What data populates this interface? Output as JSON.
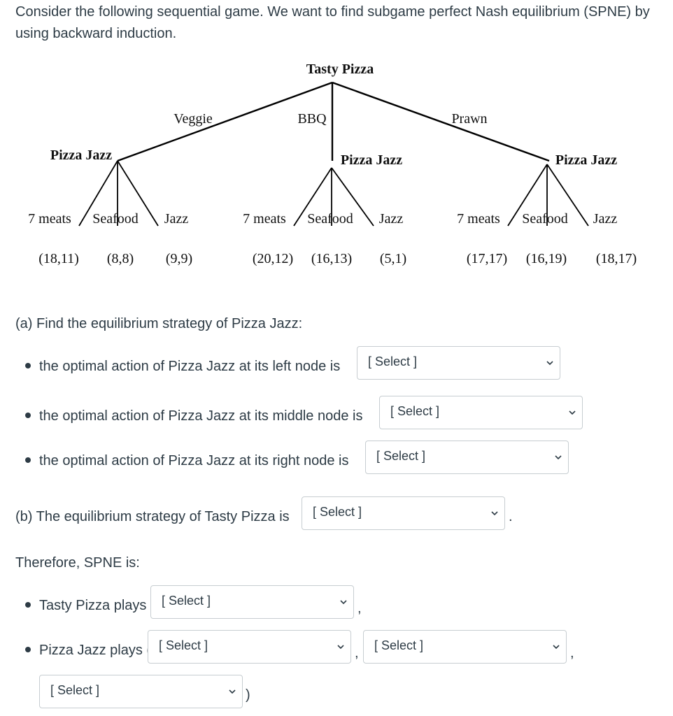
{
  "question": {
    "intro": "Consider the following sequential game. We want to find subgame perfect Nash equilibrium (SPNE) by using backward induction."
  },
  "tree": {
    "root_player": "Tasty Pizza",
    "root_actions": [
      "Veggie",
      "BBQ",
      "Prawn"
    ],
    "subgames": [
      {
        "player": "Pizza Jazz",
        "actions": [
          "7 meats",
          "Seafood",
          "Jazz"
        ],
        "payoffs": [
          "(18,11)",
          "(8,8)",
          "(9,9)"
        ]
      },
      {
        "player": "Pizza Jazz",
        "actions": [
          "7 meats",
          "Seafood",
          "Jazz"
        ],
        "payoffs": [
          "(20,12)",
          "(16,13)",
          "(5,1)"
        ]
      },
      {
        "player": "Pizza Jazz",
        "actions": [
          "7 meats",
          "Seafood",
          "Jazz"
        ],
        "payoffs": [
          "(17,17)",
          "(16,19)",
          "(18,17)"
        ]
      }
    ]
  },
  "part_a": {
    "heading": "(a) Find the equilibrium strategy of Pizza Jazz:",
    "left_text": "the optimal action of Pizza Jazz at its left node is",
    "middle_text": "the optimal action of Pizza Jazz at its middle node is",
    "right_text": "the optimal action of Pizza Jazz at its right node is"
  },
  "part_b": {
    "text": "(b) The equilibrium strategy of Tasty Pizza is",
    "end": "."
  },
  "spne": {
    "heading": "Therefore, SPNE is:",
    "tasty_text": "Tasty Pizza plays",
    "tasty_end": ",",
    "jazz_text": "Pizza Jazz plays (",
    "sep1": ",",
    "sep2": ",",
    "close": ")"
  },
  "select_placeholder": "[ Select ]"
}
